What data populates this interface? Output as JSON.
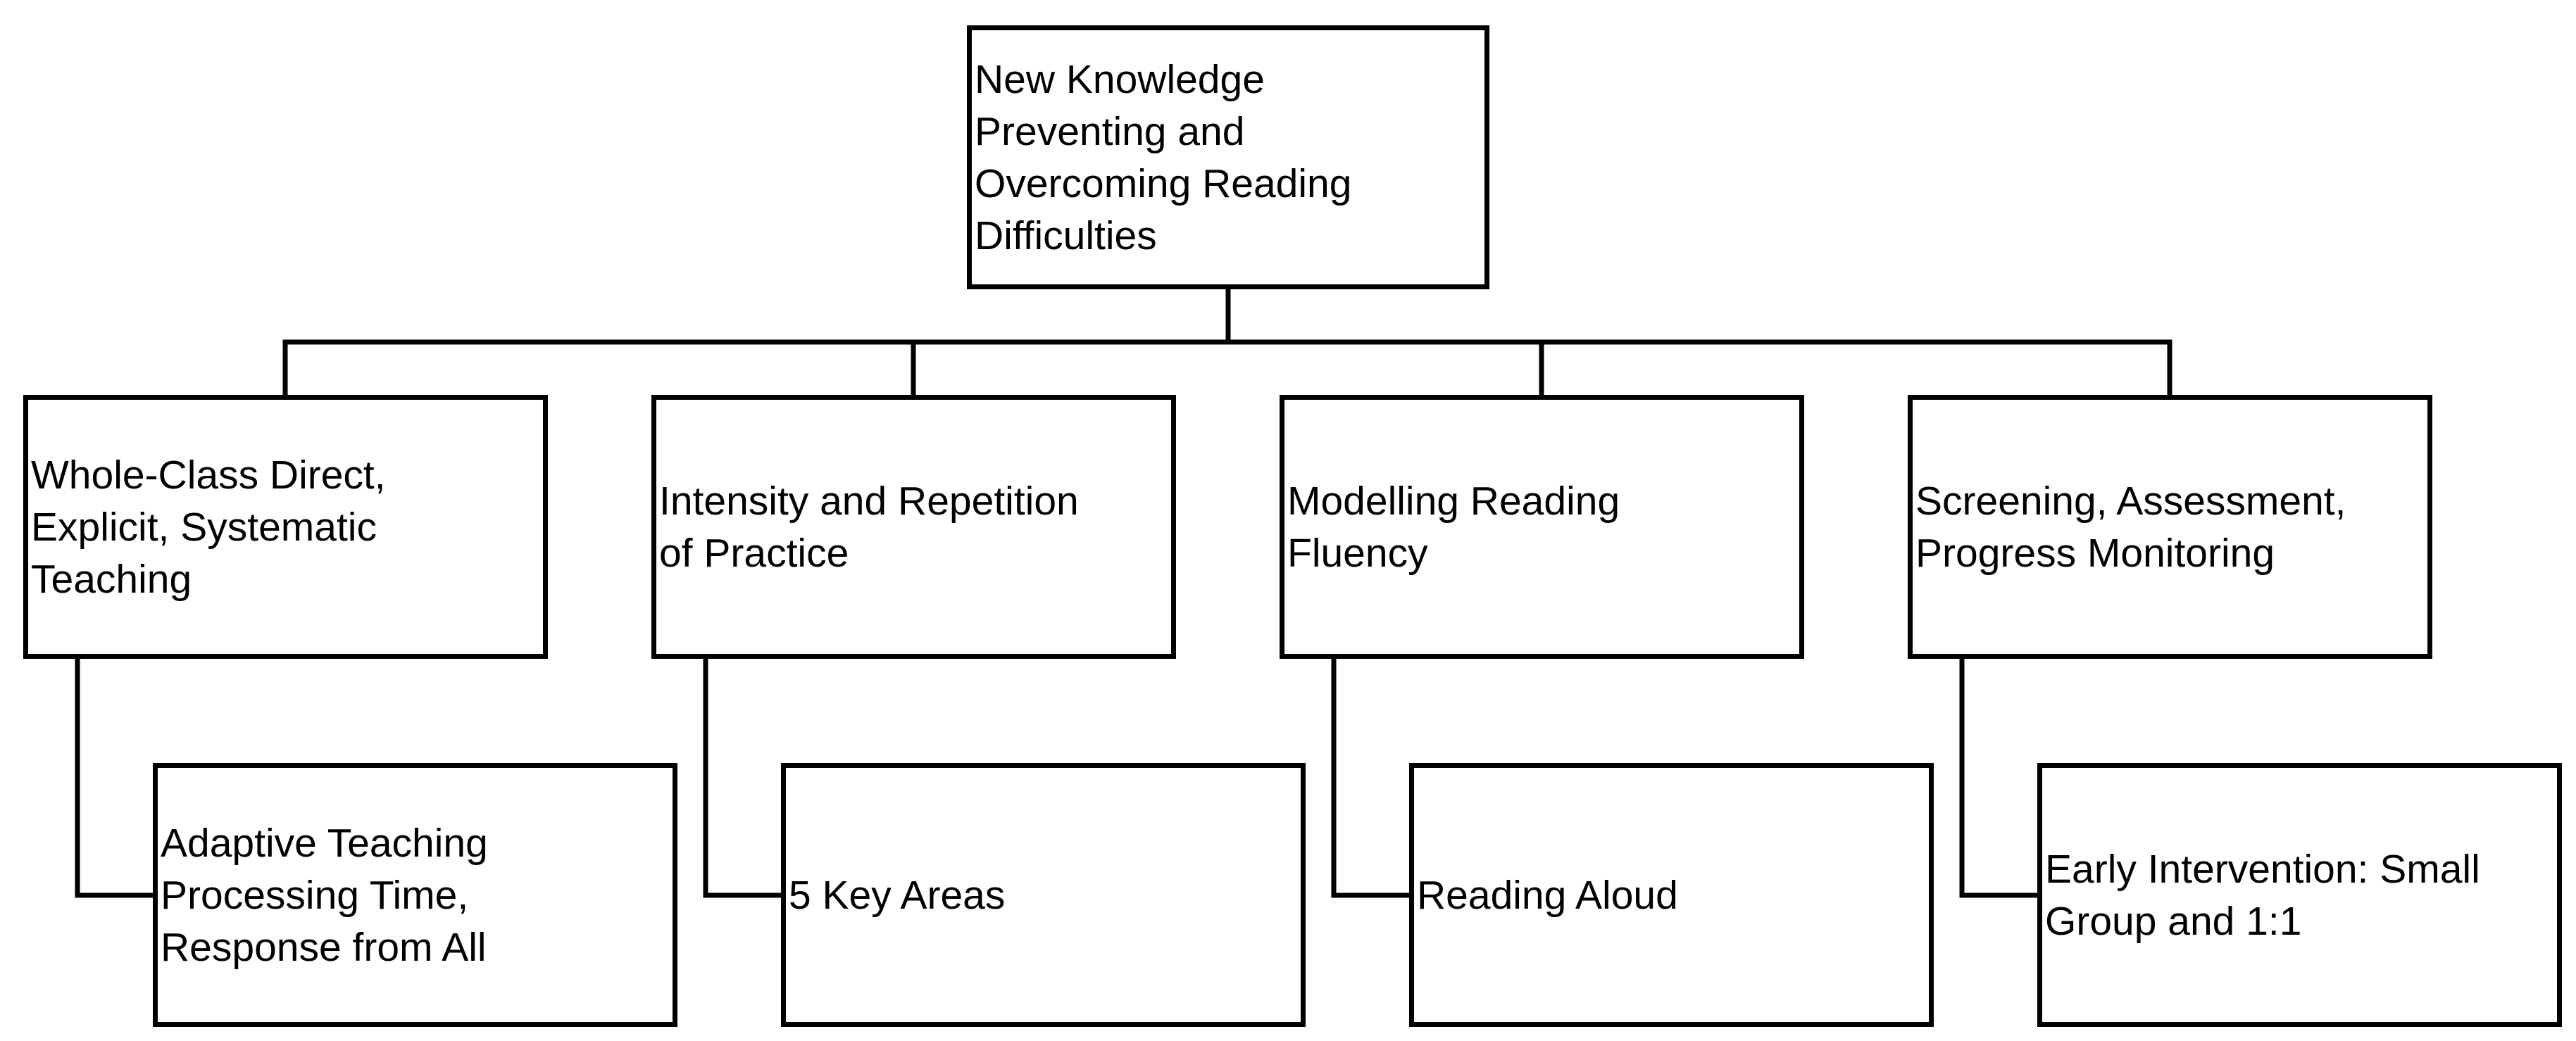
{
  "diagram": {
    "root": {
      "text": "New Knowledge\nPreventing and\nOvercoming Reading\nDifficulties"
    },
    "branches": [
      {
        "text": "Whole-Class Direct,\nExplicit, Systematic\nTeaching",
        "child": "Adaptive Teaching\nProcessing Time,\nResponse from All"
      },
      {
        "text": "Intensity and Repetition\nof Practice",
        "child": "5 Key Areas"
      },
      {
        "text": "Modelling Reading\nFluency",
        "child": "Reading Aloud"
      },
      {
        "text": "Screening, Assessment,\nProgress Monitoring",
        "child": "Early Intervention: Small\nGroup and 1:1"
      }
    ]
  }
}
